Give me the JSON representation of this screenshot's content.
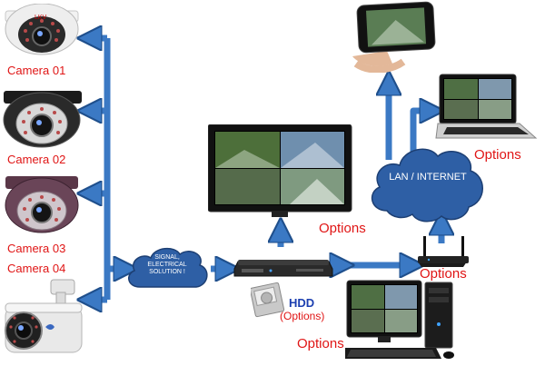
{
  "cameras": [
    {
      "label": "Camera 01",
      "style": "white-dome"
    },
    {
      "label": "Camera 02",
      "style": "black-dome"
    },
    {
      "label": "Camera 03",
      "style": "purple-dome"
    },
    {
      "label": "Camera 04",
      "style": "bullet"
    }
  ],
  "brand_mark": "LKV",
  "signal_cloud": {
    "line1": "SIGNAL,",
    "line2": "ELECTRICAL",
    "line3": "SOLUTION !"
  },
  "lan_cloud": {
    "text": "LAN / INTERNET"
  },
  "hdd": {
    "label": "HDD",
    "sub": "(Options)"
  },
  "options": {
    "tv": "Options",
    "laptop": "Options",
    "router": "Options",
    "pc": "Options"
  },
  "colors": {
    "arrow": "#3b79c4",
    "arrow_edge": "#1f4f8c",
    "cloud": "#2e5fa5",
    "label_red": "#e01515"
  }
}
